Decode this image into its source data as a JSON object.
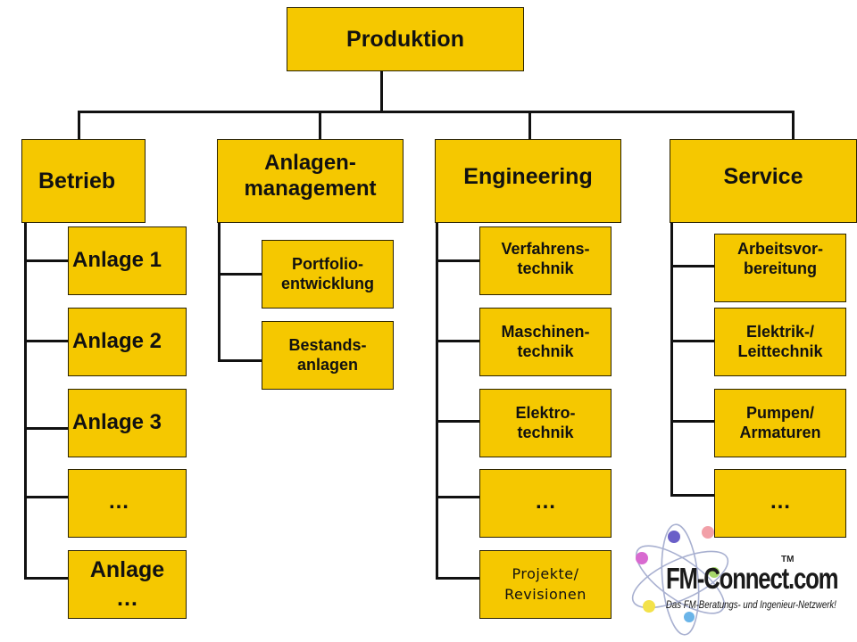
{
  "root": {
    "label": "Produktion"
  },
  "departments": [
    {
      "label": "Betrieb",
      "items": [
        "Anlage 1",
        "Anlage 2",
        "Anlage 3",
        "…",
        "Anlage\n…"
      ]
    },
    {
      "label": "Anlagen-\nmanagement",
      "items": [
        "Portfolio-\nentwicklung",
        "Bestands-\nanlagen"
      ]
    },
    {
      "label": "Engineering",
      "items": [
        "Verfahrens-\ntechnik",
        "Maschinen-\ntechnik",
        "Elektro-\ntechnik",
        "…",
        "Projekte/\nRevisionen"
      ]
    },
    {
      "label": "Service",
      "items": [
        "Arbeitsvor-\nbereitung",
        "Elektrik-/\nLeittechnik",
        "Pumpen/\nArmaturen",
        "…"
      ]
    }
  ],
  "logo": {
    "name": "FM-Connect.com",
    "tm": "TM",
    "tagline": "Das FM-Beratungs- und Ingenieur-Netzwerk!"
  },
  "colors": {
    "box_fill": "#f5c800",
    "line": "#111111"
  }
}
